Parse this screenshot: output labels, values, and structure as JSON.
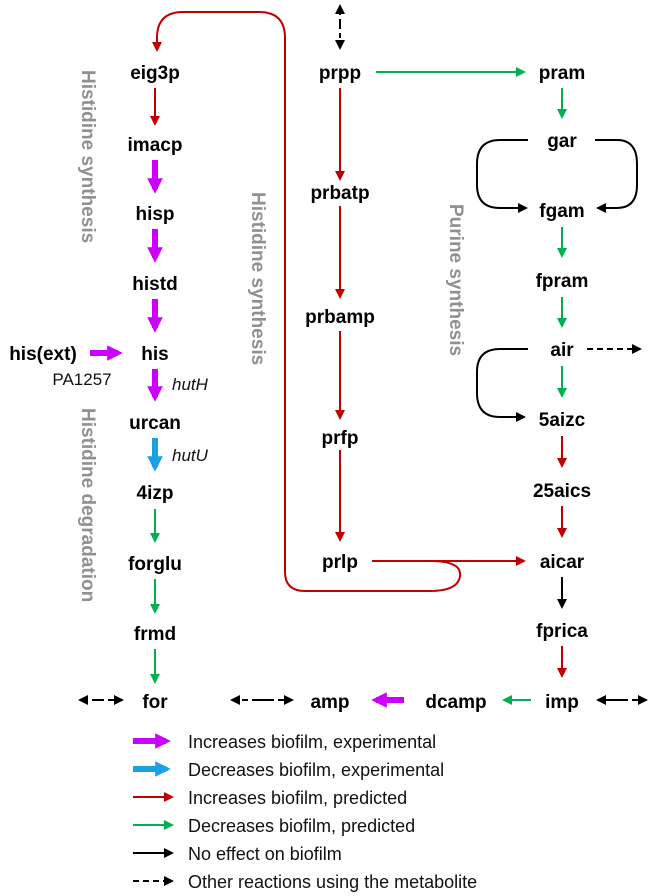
{
  "colors": {
    "magenta": "#cc00ff",
    "blue": "#1ba1e2",
    "red": "#c00000",
    "green": "#00b050",
    "black": "#000000",
    "section_gray": "#909090"
  },
  "metabolites": {
    "eig3p": "eig3p",
    "imacp": "imacp",
    "hisp": "hisp",
    "histd": "histd",
    "his": "his",
    "his_ext": "his(ext)",
    "urcan": "urcan",
    "izp4": "4izp",
    "forglu": "forglu",
    "frmd": "frmd",
    "for": "for",
    "prpp": "prpp",
    "prbatp": "prbatp",
    "prbamp": "prbamp",
    "prfp": "prfp",
    "prlp": "prlp",
    "pram": "pram",
    "gar": "gar",
    "fgam": "fgam",
    "fpram": "fpram",
    "air": "air",
    "aizc5": "5aizc",
    "aics25": "25aics",
    "aicar": "aicar",
    "fprica": "fprica",
    "imp": "imp",
    "dcamp": "dcamp",
    "amp": "amp"
  },
  "genes": {
    "transporter": "PA1257",
    "hutH": "hutH",
    "hutU": "hutU"
  },
  "sections": {
    "histidine_synthesis_left": "Histidine synthesis",
    "histidine_degradation": "Histidine degradation",
    "histidine_synthesis_middle": "Histidine synthesis",
    "purine_synthesis": "Purine synthesis"
  },
  "legend": [
    {
      "label": "Increases biofilm, experimental",
      "color": "#cc00ff",
      "style": "thick"
    },
    {
      "label": "Decreases biofilm, experimental",
      "color": "#1ba1e2",
      "style": "thick"
    },
    {
      "label": "Increases biofilm, predicted",
      "color": "#c00000",
      "style": "thin"
    },
    {
      "label": "Decreases biofilm, predicted",
      "color": "#00b050",
      "style": "thin"
    },
    {
      "label": "No effect on biofilm",
      "color": "#000000",
      "style": "thin"
    },
    {
      "label": "Other reactions using the metabolite",
      "color": "#000000",
      "style": "dashed"
    }
  ]
}
